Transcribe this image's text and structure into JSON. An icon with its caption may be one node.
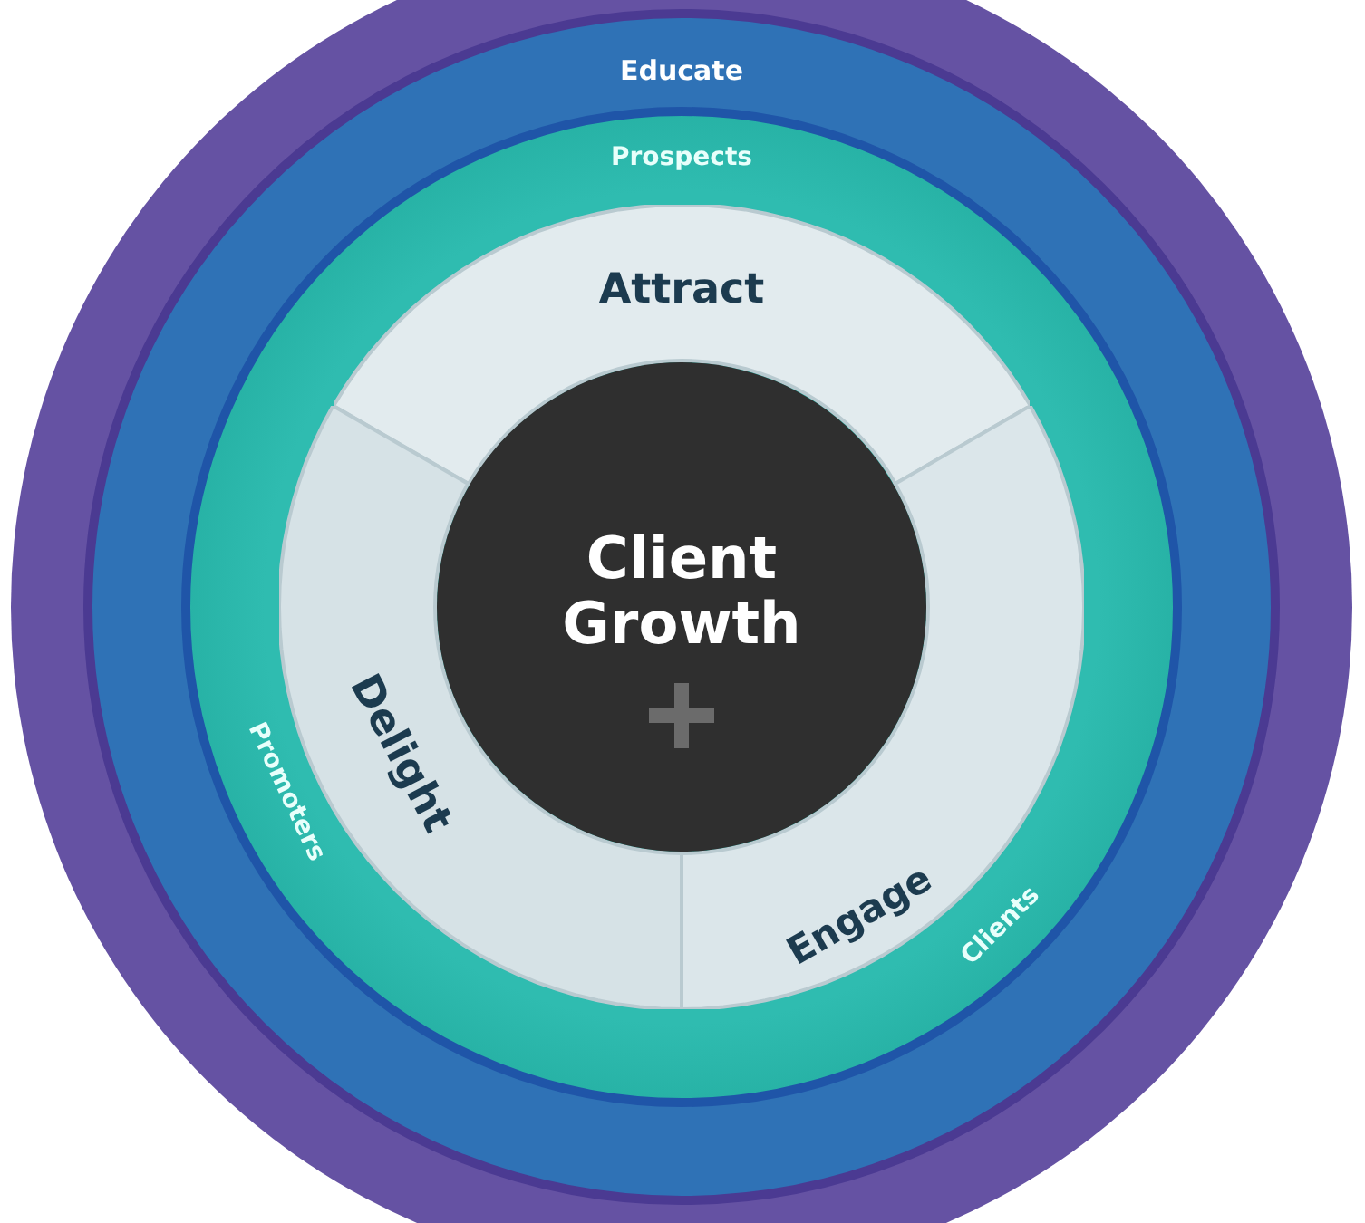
{
  "diagram": {
    "nodes": [
      {
        "text": [],
        "shape": "circle"
      },
      {
        "text": [
          "Educate"
        ],
        "in": 0
      },
      {
        "text": [
          "Prospects",
          "Clients",
          "Promoters"
        ],
        "in": 1
      },
      {
        "text": [
          "Attract"
        ],
        "in": 2
      },
      {
        "text": [
          "Engage"
        ],
        "in": 2
      },
      {
        "text": [
          "Delight"
        ],
        "in": 2
      },
      {
        "text": [
          "Client Growth"
        ],
        "in": 2
      }
    ],
    "edges": []
  }
}
